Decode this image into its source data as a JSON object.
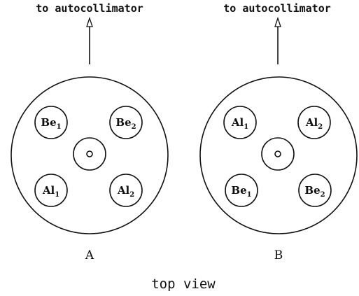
{
  "panels": [
    {
      "id": "A",
      "arrow_label": "to autocollimator",
      "label": "A",
      "samples": {
        "top_left": {
          "el": "Be",
          "sub": "1"
        },
        "top_right": {
          "el": "Be",
          "sub": "2"
        },
        "bottom_left": {
          "el": "Al",
          "sub": "1"
        },
        "bottom_right": {
          "el": "Al",
          "sub": "2"
        }
      }
    },
    {
      "id": "B",
      "arrow_label": "to autocollimator",
      "label": "B",
      "samples": {
        "top_left": {
          "el": "Al",
          "sub": "1"
        },
        "top_right": {
          "el": "Al",
          "sub": "2"
        },
        "bottom_left": {
          "el": "Be",
          "sub": "1"
        },
        "bottom_right": {
          "el": "Be",
          "sub": "2"
        }
      }
    }
  ],
  "caption": "top view"
}
